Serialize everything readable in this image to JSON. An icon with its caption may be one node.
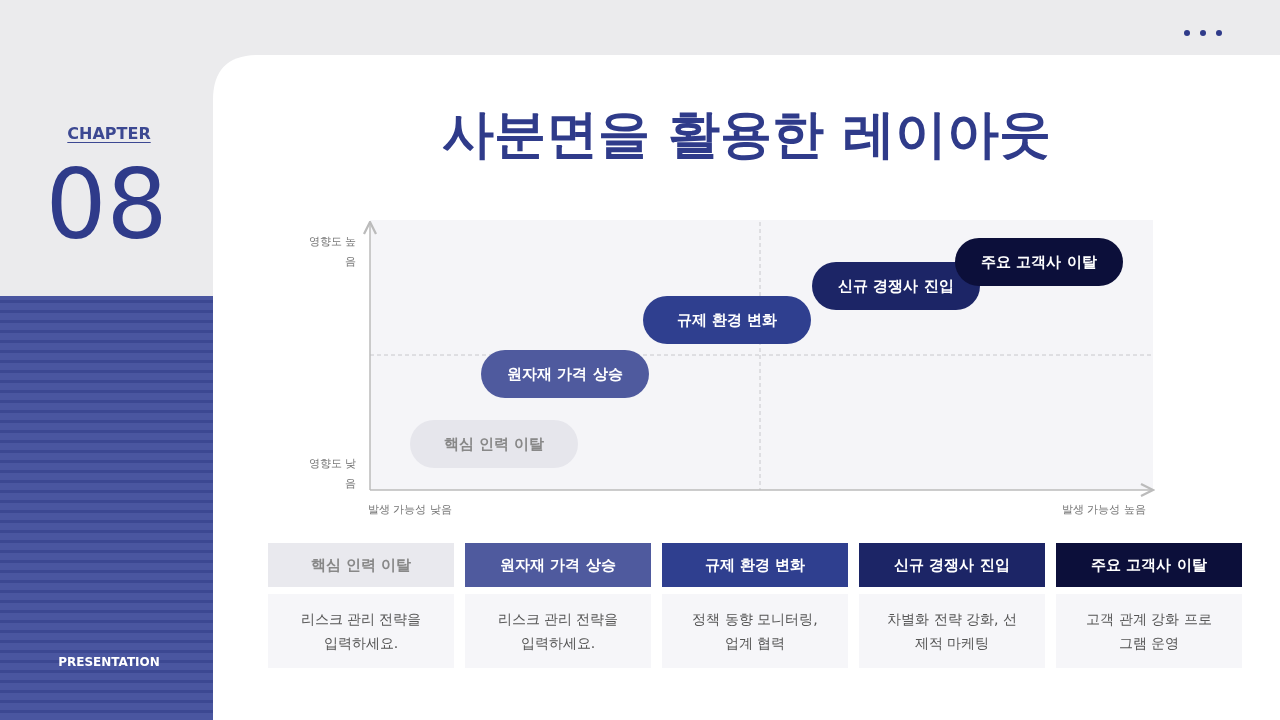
{
  "diagram": {
    "title": "사분면을 활용한 레이아웃",
    "nodes": [
      {
        "text": [
          "핵심 인력 이탈"
        ]
      },
      {
        "text": [
          "원자재 가격 상승"
        ]
      },
      {
        "text": [
          "규제 환경 변화"
        ]
      },
      {
        "text": [
          "신규 경쟁사 진입"
        ]
      },
      {
        "text": [
          "주요 고객사 이탈"
        ]
      },
      {
        "text": [
          "핵심 인력 이탈"
        ]
      },
      {
        "text": [
          "원자재 가격 상승"
        ]
      },
      {
        "text": [
          "규제 환경 변화"
        ]
      },
      {
        "text": [
          "신규 경쟁사 진입"
        ]
      },
      {
        "text": [
          "주요 고객사 이탈"
        ]
      },
      {
        "text": [
          "리스크 관리 전략을 입력하세요."
        ]
      },
      {
        "text": [
          "리스크 관리 전략을 입력하세요."
        ]
      },
      {
        "text": [
          "정책 동향 모니터링, 업계 협력"
        ]
      },
      {
        "text": [
          "차별화 전략 강화, 선제적 마케팅"
        ]
      },
      {
        "text": [
          "고객 관계 강화 프로그램 운영"
        ]
      }
    ],
    "labels": [
      "CHAPTER",
      "08",
      "영향도 높음",
      "영향도 낮음",
      "발생 가능성 낮음",
      "발생 가능성 높음",
      "PRESENTATION"
    ]
  }
}
